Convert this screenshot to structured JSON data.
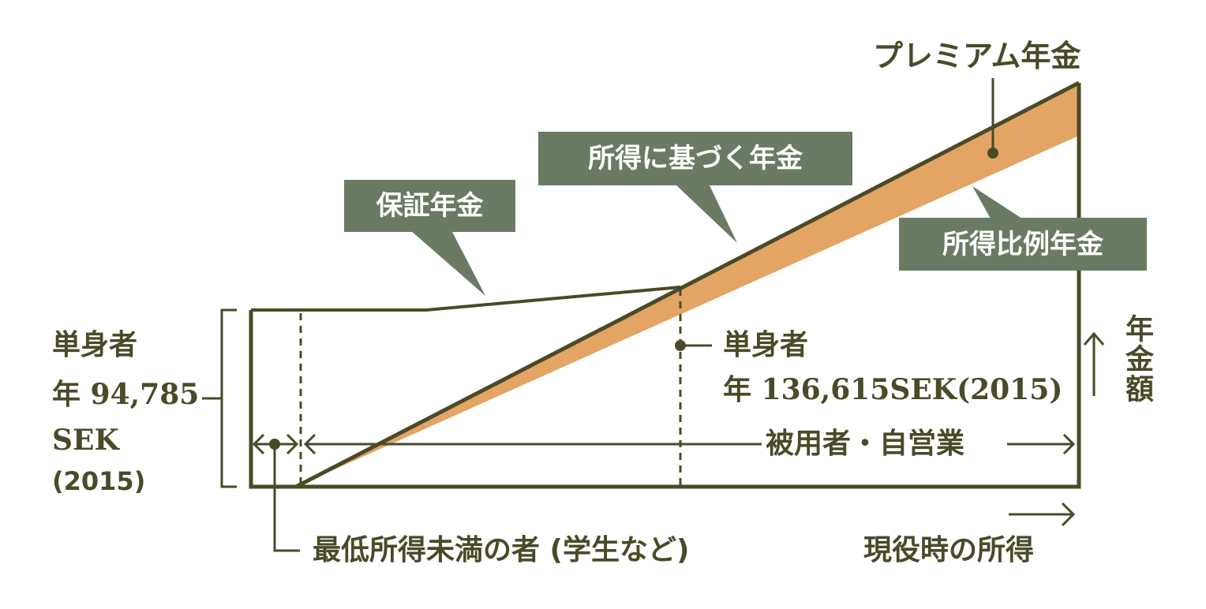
{
  "colors": {
    "line": "#4a4a28",
    "callout_bg": "#6b7a63",
    "callout_text": "#ffffff",
    "premium_fill": "#e3a464",
    "background": "#ffffff"
  },
  "labels": {
    "premium_pension": "プレミアム年金",
    "income_based_pension": "所得に基づく年金",
    "guarantee_pension": "保証年金",
    "income_proportional_pension": "所得比例年金",
    "left_single": "単身者",
    "left_amount": "年 94,785",
    "left_currency": "SEK",
    "left_year": "(2015)",
    "mid_single": "単身者",
    "mid_amount": "年 136,615SEK(2015)",
    "employees_self_employed": "被用者・自営業",
    "below_min_income": "最低所得未満の者 (学生など)",
    "x_axis": "現役時の所得",
    "y_axis": "年金額"
  },
  "chart_data": {
    "type": "diagram",
    "title": "",
    "xlabel": "現役時の所得",
    "ylabel": "年金額",
    "components": [
      {
        "name": "保証年金",
        "shape": "flat then rising line, phased out where income-based pension reaches threshold"
      },
      {
        "name": "所得に基づく年金",
        "shape": "line rising from minimum income point"
      },
      {
        "name": "所得比例年金",
        "shape": "lower boundary of premium band"
      },
      {
        "name": "プレミアム年金",
        "shape": "orange band between income-based and income-proportional lines"
      }
    ],
    "annotations": [
      {
        "text": "単身者 年 94,785 SEK (2015)",
        "refers_to": "guarantee pension level"
      },
      {
        "text": "単身者 年 136,615SEK(2015)",
        "refers_to": "guarantee pension phase-out point"
      },
      {
        "text": "被用者・自営業",
        "refers_to": "income range above minimum"
      },
      {
        "text": "最低所得未満の者 (学生など)",
        "refers_to": "income range below minimum"
      }
    ]
  }
}
